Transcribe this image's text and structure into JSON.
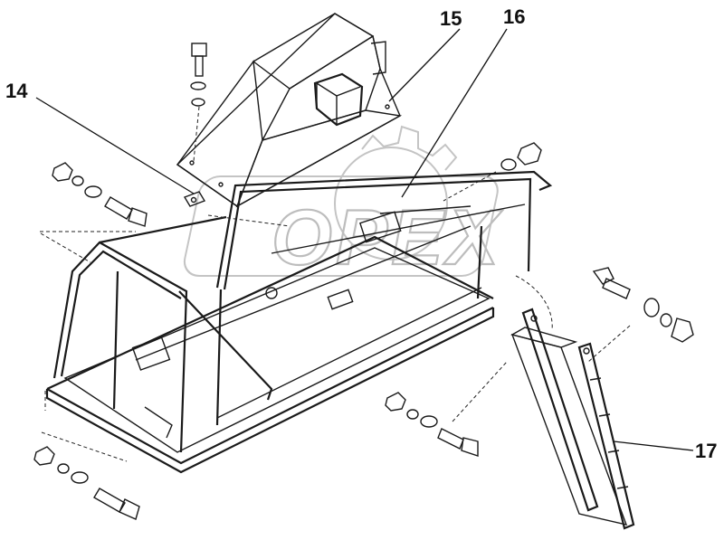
{
  "callouts": [
    {
      "id": "14",
      "label": "14"
    },
    {
      "id": "15",
      "label": "15"
    },
    {
      "id": "16",
      "label": "16"
    },
    {
      "id": "17",
      "label": "17"
    }
  ],
  "watermark": {
    "text": "OPEX"
  },
  "colors": {
    "ink": "#1a1a1a",
    "watermark": "#bdbdbd",
    "background": "#ffffff"
  }
}
